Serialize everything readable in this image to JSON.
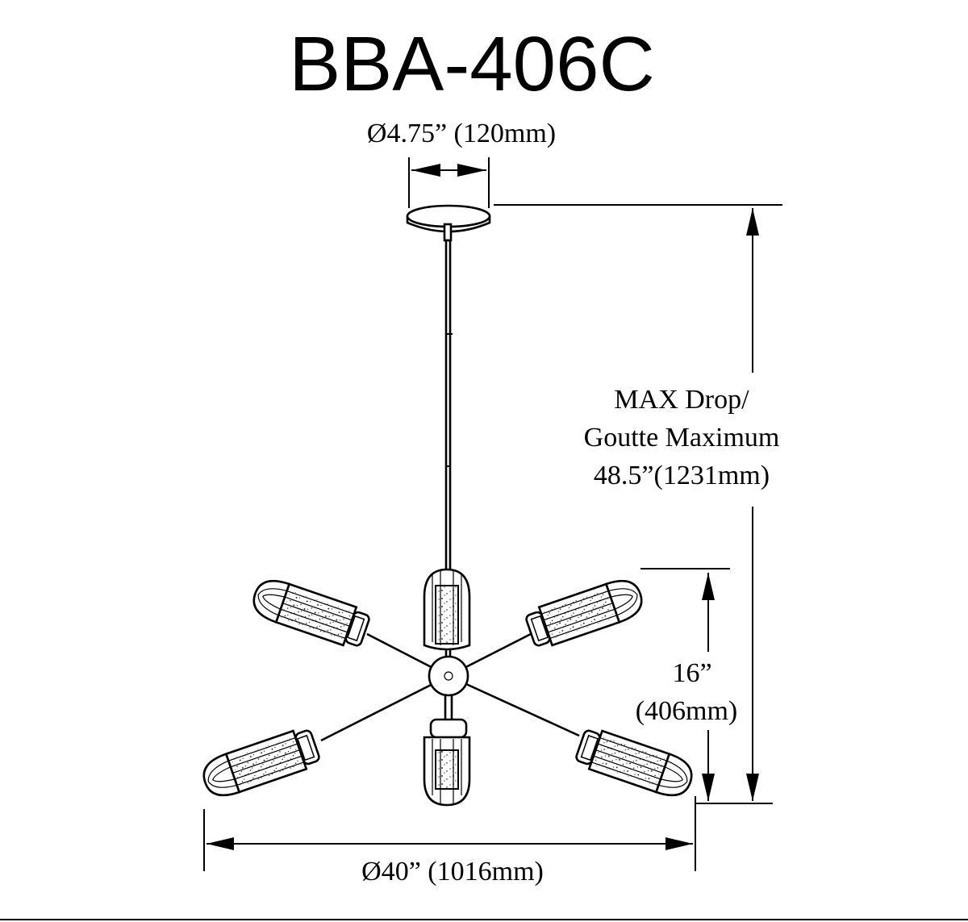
{
  "title": "BBA-406C",
  "dimensions": {
    "canopy_diameter": "Ø4.75” (120mm)",
    "max_drop_line1": "MAX Drop/",
    "max_drop_line2": "Goutte Maximum",
    "max_drop_line3": "48.5”(1231mm)",
    "height_line1": "16”",
    "height_line2": "(406mm)",
    "overall_diameter": "Ø40” (1016mm)"
  },
  "colors": {
    "ink": "#000000",
    "background": "#ffffff"
  }
}
